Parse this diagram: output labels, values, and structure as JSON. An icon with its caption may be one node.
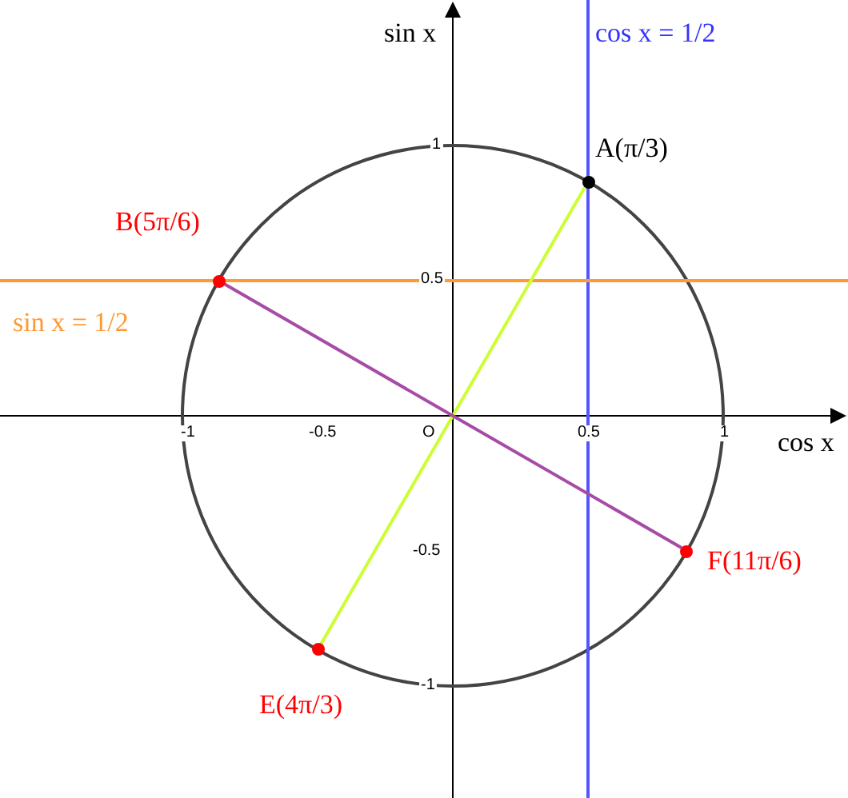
{
  "diagram": {
    "nodes": [
      {
        "text": [],
        "shape": "circle",
        "beside": [
          "A(π/3)"
        ]
      },
      {
        "text": [],
        "shape": "circle",
        "beside": [
          "B(5π/6)"
        ]
      },
      {
        "text": [],
        "shape": "circle",
        "beside": [
          "F(11π/6)"
        ]
      },
      {
        "text": [],
        "shape": "circle",
        "beside": [
          "E(4π/3)"
        ]
      }
    ],
    "edges": [
      {
        "from": 0,
        "to": 3,
        "arrow": "none",
        "color": "#ccff33"
      },
      {
        "from": 1,
        "to": 2,
        "arrow": "none",
        "color": "#a64ca6"
      }
    ],
    "labels": [
      "sin x",
      "cos x = 1/2",
      "1",
      "0.5",
      "sin x = 1/2",
      "-1",
      "-0.5",
      "O",
      "0.5",
      "1",
      "cos x",
      "-0.5",
      "-1"
    ]
  }
}
